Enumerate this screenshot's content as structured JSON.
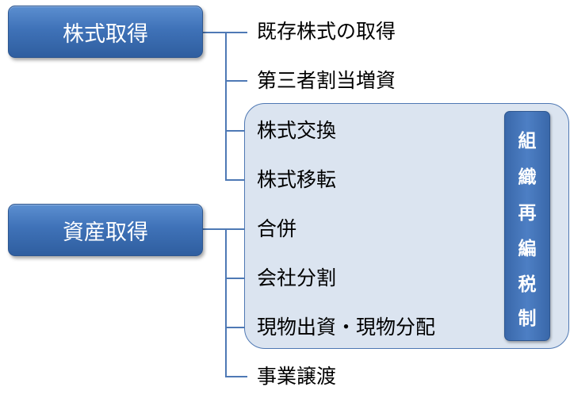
{
  "roots": {
    "kabushiki": "株式取得",
    "shisan": "資産取得"
  },
  "items": [
    "既存株式の取得",
    "第三者割当増資",
    "株式交換",
    "株式移転",
    "合併",
    "会社分割",
    "現物出資・現物分配",
    "事業譲渡"
  ],
  "group_label": "組織再編税制",
  "group_label_chars": [
    "組",
    "織",
    "再",
    "編",
    "税",
    "制"
  ],
  "colors": {
    "box_fill": "#3f72b8",
    "panel_fill": "#dbe4f0",
    "panel_border": "#4f78b3",
    "connector": "#4e79b5",
    "text": "#000000"
  }
}
